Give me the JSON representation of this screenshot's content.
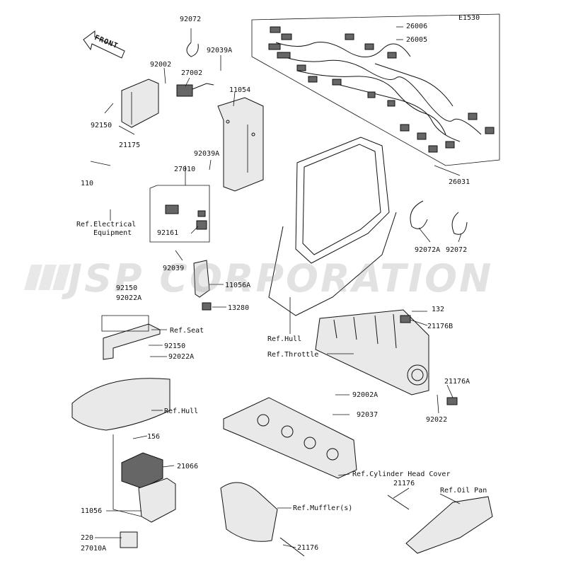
{
  "watermark": "JSP CORPORATION",
  "front_label": "FRONT",
  "callouts": [
    {
      "id": "e1530",
      "text": "E1530"
    },
    {
      "id": "p92072-top",
      "text": "92072"
    },
    {
      "id": "p92039a-top",
      "text": "92039A"
    },
    {
      "id": "p26006",
      "text": "26006"
    },
    {
      "id": "p26005",
      "text": "26005"
    },
    {
      "id": "p92002",
      "text": "92002"
    },
    {
      "id": "p27002",
      "text": "27002"
    },
    {
      "id": "p11054",
      "text": "11054"
    },
    {
      "id": "p92150-top",
      "text": "92150"
    },
    {
      "id": "p21175",
      "text": "21175"
    },
    {
      "id": "p92039a-mid",
      "text": "92039A"
    },
    {
      "id": "p27010",
      "text": "27010"
    },
    {
      "id": "p110",
      "text": "110"
    },
    {
      "id": "p26031",
      "text": "26031"
    },
    {
      "id": "ref-electrical-1",
      "text": "Ref.Electrical"
    },
    {
      "id": "ref-electrical-2",
      "text": "Equipment"
    },
    {
      "id": "p92161",
      "text": "92161"
    },
    {
      "id": "p92072a",
      "text": "92072A"
    },
    {
      "id": "p92072-right",
      "text": "92072"
    },
    {
      "id": "p92039",
      "text": "92039"
    },
    {
      "id": "p11056a",
      "text": "11056A"
    },
    {
      "id": "p92150-mid",
      "text": "92150"
    },
    {
      "id": "p92022a-mid",
      "text": "92022A"
    },
    {
      "id": "p13280",
      "text": "13280"
    },
    {
      "id": "p132",
      "text": "132"
    },
    {
      "id": "p21176b",
      "text": "21176B"
    },
    {
      "id": "ref-seat",
      "text": "Ref.Seat"
    },
    {
      "id": "ref-hull-mid",
      "text": "Ref.Hull"
    },
    {
      "id": "p92150-low",
      "text": "92150"
    },
    {
      "id": "p92022a-low",
      "text": "92022A"
    },
    {
      "id": "ref-throttle",
      "text": "Ref.Throttle"
    },
    {
      "id": "p21176a",
      "text": "21176A"
    },
    {
      "id": "p92002a",
      "text": "92002A"
    },
    {
      "id": "p92022",
      "text": "92022"
    },
    {
      "id": "ref-hull-low",
      "text": "Ref.Hull"
    },
    {
      "id": "p92037",
      "text": "92037"
    },
    {
      "id": "p156",
      "text": "156"
    },
    {
      "id": "p21066",
      "text": "21066"
    },
    {
      "id": "ref-cylinder",
      "text": "Ref.Cylinder Head Cover"
    },
    {
      "id": "p21176-top",
      "text": "21176"
    },
    {
      "id": "ref-oilpan",
      "text": "Ref.Oil Pan"
    },
    {
      "id": "ref-muffler",
      "text": "Ref.Muffler(s)"
    },
    {
      "id": "p11056",
      "text": "11056"
    },
    {
      "id": "p220",
      "text": "220"
    },
    {
      "id": "p27010a",
      "text": "27010A"
    },
    {
      "id": "p21176-bottom",
      "text": "21176"
    }
  ]
}
